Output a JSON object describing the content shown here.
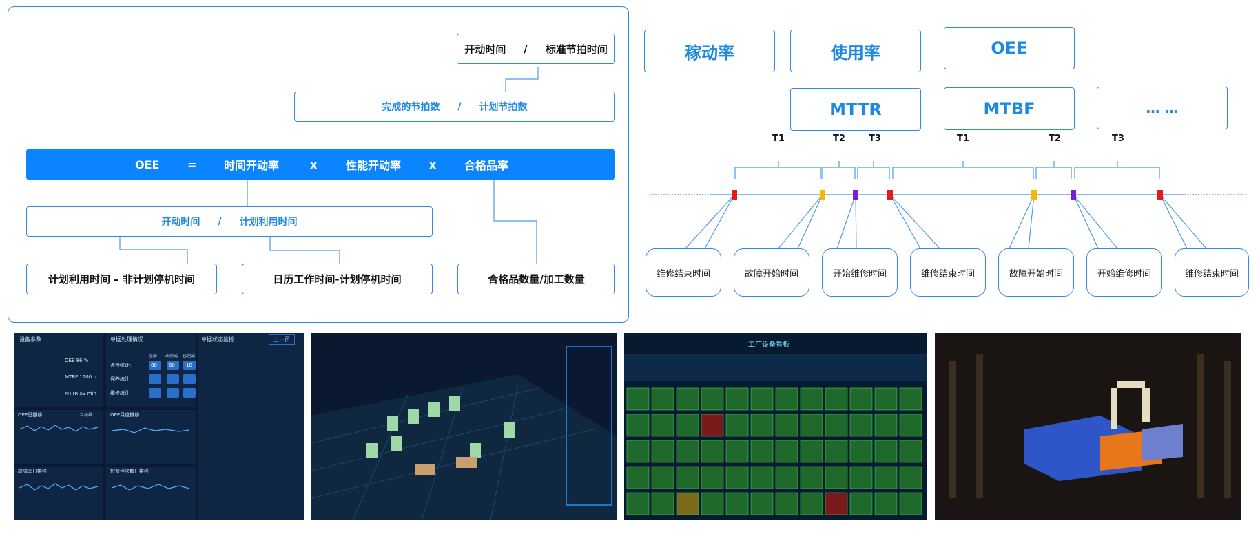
{
  "left_diagram": {
    "top_box": {
      "a": "开动时间",
      "sep": "/",
      "b": "标准节拍时间"
    },
    "second_box": {
      "a": "完成的节拍数",
      "sep": "/",
      "b": "计划节拍数"
    },
    "oee_bar": {
      "oee": "OEE",
      "eq": "=",
      "t1": "时间开动率",
      "x1": "x",
      "t2": "性能开动率",
      "x2": "x",
      "t3": "合格品率"
    },
    "mid_box": {
      "a": "开动时间",
      "sep": "/",
      "b": "计划利用时间"
    },
    "bottom_left": "计划利用时间 – 非计划停机时间",
    "bottom_mid": "日历工作时间-计划停机时间",
    "bottom_right": "合格品数量/加工数量"
  },
  "right_diagram": {
    "metrics_row1": [
      "稼动率",
      "使用率",
      "OEE"
    ],
    "metrics_row2": [
      "MTTR",
      "MTBF",
      "… …"
    ],
    "timeline_labels": [
      "T1",
      "T2",
      "T3",
      "T1",
      "T2",
      "T3"
    ],
    "events": [
      "维修结束时间",
      "故障开始时间",
      "开始维修时间",
      "维修结束时间",
      "故障开始时间",
      "开始维修时间",
      "维修结束时间"
    ],
    "colors": {
      "red": "#e51c1c",
      "yellow": "#f5b800",
      "purple": "#7a1fd6"
    }
  },
  "screenshots": {
    "s1": {
      "title": "设备参数",
      "panel2_title": "单据处理情况",
      "panel3_title": "单据状态监控",
      "chart1": "OEE日推移",
      "chart2": "OEE月度推移",
      "chart3": "故障率日推移",
      "chart4": "短暂停次数日推移",
      "button": "上一页",
      "legend": "目标线",
      "oee_label": "OEE",
      "oee_value": "86",
      "oee_unit": "%",
      "mtbf_label": "MTBF",
      "mtbf_value": "1200",
      "mtbf_unit": "h",
      "mttr_label": "MTTR",
      "mttr_value": "53",
      "mttr_unit": "min",
      "rows": [
        "点检统计:",
        "保养统计",
        "维修统计"
      ],
      "row_values": [
        "80",
        "60",
        "10"
      ],
      "col_headers": [
        "全部",
        "未完成",
        "已完成"
      ]
    },
    "s3": {
      "title": "工厂设备看板"
    }
  }
}
